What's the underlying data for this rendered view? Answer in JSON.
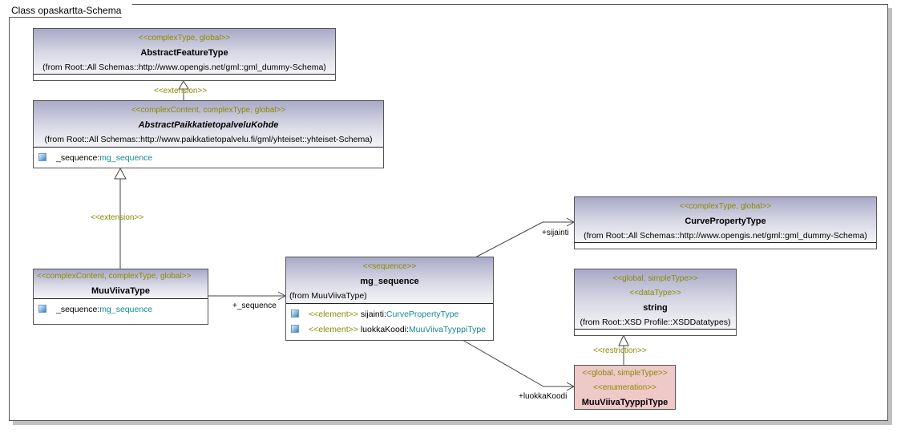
{
  "diagram": {
    "title": "Class opaskartta-Schema"
  },
  "classes": {
    "abstract_feature_type": {
      "stereotypes": [
        "<<complexType, global>>"
      ],
      "name": "AbstractFeatureType",
      "from": "(from Root::All Schemas::http://www.opengis.net/gml::gml_dummy-Schema)",
      "attributes": []
    },
    "abstract_paikkatieto": {
      "stereotypes": [
        "<<complexContent, complexType, global>>"
      ],
      "name": "AbstractPaikkatietopalveluKohde",
      "from": "(from Root::All Schemas::http://www.paikkatietopalvelu.fi/gml/yhteiset::yhteiset-Schema)",
      "attributes": [
        {
          "name": "_sequence:",
          "type": "mg_sequence"
        }
      ]
    },
    "muu_viiva_type": {
      "stereotypes": [
        "<<complexContent, complexType, global>>"
      ],
      "name": "MuuViivaType",
      "attributes": [
        {
          "name": "_sequence:",
          "type": "mg_sequence"
        }
      ]
    },
    "mg_sequence": {
      "stereotypes": [
        "<<sequence>>"
      ],
      "name": "mg_sequence",
      "from": "(from MuuViivaType)",
      "attributes": [
        {
          "stereotype": "<<element>>",
          "name": "sijainti:",
          "type": "CurvePropertyType"
        },
        {
          "stereotype": "<<element>>",
          "name": "luokkaKoodi:",
          "type": "MuuViivaTyyppiType"
        }
      ]
    },
    "curve_property_type": {
      "stereotypes": [
        "<<complexType, global>>"
      ],
      "name": "CurvePropertyType",
      "from": "(from Root::All Schemas::http://www.opengis.net/gml::gml_dummy-Schema)",
      "attributes": []
    },
    "string": {
      "stereotypes": [
        "<<global, simpleType>>",
        "<<dataType>>"
      ],
      "name": "string",
      "from": "(from Root::XSD Profile::XSDDatatypes)",
      "attributes": []
    },
    "muu_viiva_tyyppi_type": {
      "stereotypes": [
        "<<global, simpleType>>",
        "<<enumeration>>"
      ],
      "name": "MuuViivaTyyppiType"
    }
  },
  "relations": {
    "ext1_label": "<<extension>>",
    "ext2_label": "<<extension>>",
    "restriction_label": "<<restriction>>",
    "sequence_role": "+_sequence",
    "sijainti_role": "+sijainti",
    "luokkakoodi_role": "+luokkaKoodi"
  },
  "colors": {
    "stereotype": "#8a8a00",
    "type_ref": "#138a8a",
    "enum_fill": "#efc8c8",
    "header_gradient_top": "#a9a9c8"
  }
}
